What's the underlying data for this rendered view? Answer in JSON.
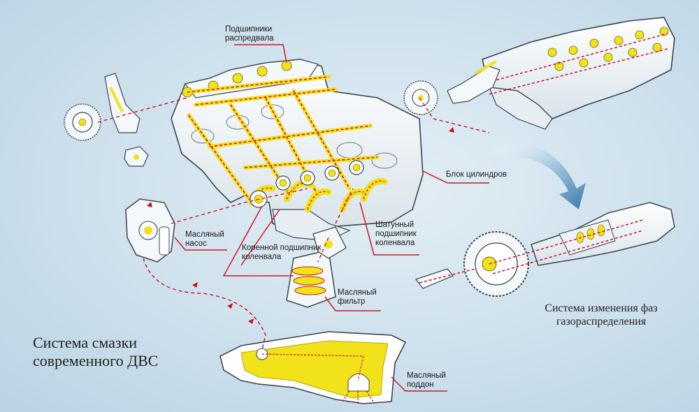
{
  "title": "Система смазки\nсовременного ДВС",
  "labels": {
    "camshaft_bearings": "Подшипники\nраспредвала",
    "cylinder_block": "Блок цилиндров",
    "oil_pump": "Масляный\nнасос",
    "main_bearing": "Коренной подшипник\nколенвала",
    "conrod_bearing": "Шатунный\nподшипник\nколенвала",
    "oil_filter": "Масляный\nфильтр",
    "oil_pan": "Масляный\nподдон",
    "vvt_system": "Система изменения фаз\nгазораспределения"
  },
  "colors": {
    "oil_yellow": "#f2e21a",
    "flow_red": "#c8141e",
    "leader_red": "#d01a22",
    "metal": "#eef3f7",
    "outline": "#3a4650"
  }
}
